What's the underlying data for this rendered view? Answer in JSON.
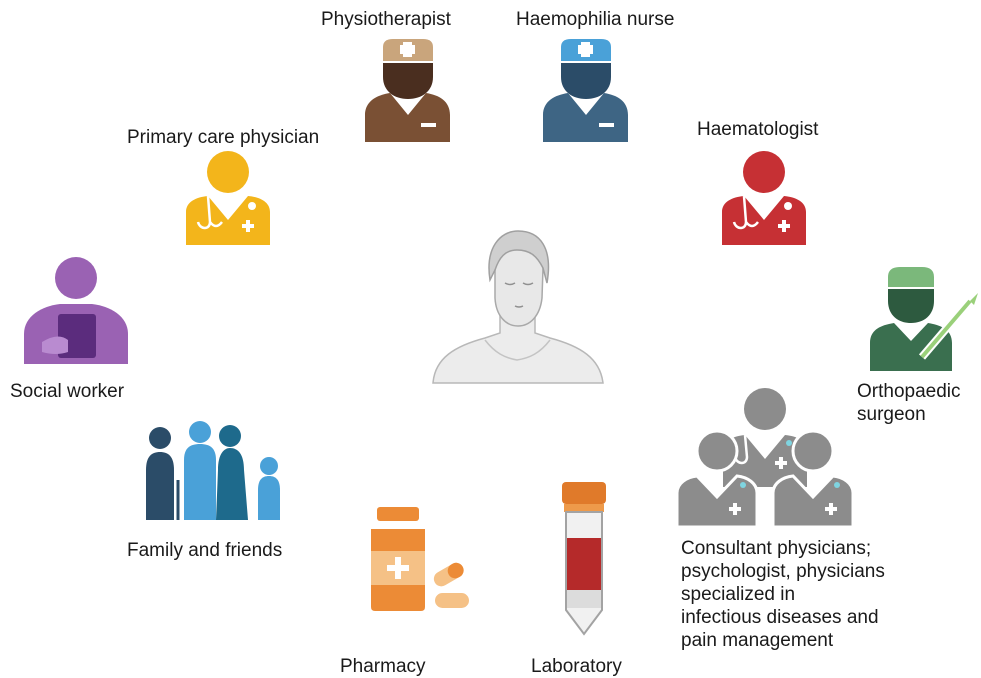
{
  "center": {
    "icon": "patient-icon"
  },
  "roles": {
    "physiotherapist": {
      "label": "Physiotherapist",
      "icon": "physiotherapist-icon",
      "color": "#6e4a36"
    },
    "haemophilia_nurse": {
      "label": "Haemophilia nurse",
      "icon": "nurse-icon",
      "color": "#3b6284"
    },
    "haematologist": {
      "label": "Haematologist",
      "icon": "doctor-icon",
      "color": "#c63034"
    },
    "primary_care": {
      "label": "Primary care physician",
      "icon": "doctor-icon",
      "color": "#f3b51b"
    },
    "orthopaedic": {
      "label_1": "Orthopaedic",
      "label_2": "surgeon",
      "icon": "surgeon-icon",
      "color": "#3a6f4f"
    },
    "social_worker": {
      "label": "Social worker",
      "icon": "social-worker-icon",
      "color": "#9a62b3"
    },
    "family": {
      "label": "Family and friends",
      "icon": "family-icon",
      "color": "#2f7fb5"
    },
    "consultants": {
      "lines": [
        "Consultant physicians;",
        "psychologist, physicians",
        "specialized in",
        "infectious diseases and",
        "pain management"
      ],
      "icon": "doctors-group-icon",
      "color": "#8c8c8c"
    },
    "pharmacy": {
      "label": "Pharmacy",
      "icon": "medicine-bottle-icon",
      "color": "#ec8b36"
    },
    "laboratory": {
      "label": "Laboratory",
      "icon": "test-tube-icon",
      "color": "#b52a2a"
    }
  }
}
